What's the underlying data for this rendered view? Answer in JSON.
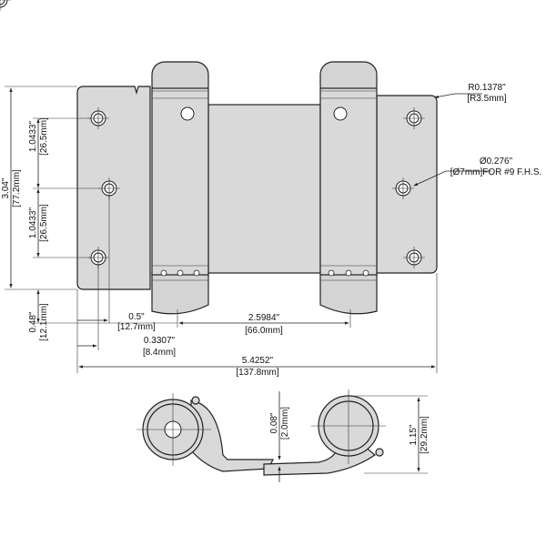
{
  "dimensions": {
    "overall_height": {
      "in": "3.04\"",
      "mm": "[77.2mm]"
    },
    "hole_spacing_upper": {
      "in": "1.0433\"",
      "mm": "[26.5mm]"
    },
    "hole_spacing_lower": {
      "in": "1.0433\"",
      "mm": "[26.5mm]"
    },
    "bottom_offset": {
      "in": "0.48\"",
      "mm": "[12.1mm]"
    },
    "hole_edge_x": {
      "in": "0.5\"",
      "mm": "[12.7mm]"
    },
    "pin_spacing": {
      "in": "2.5984\"",
      "mm": "[66.0mm]"
    },
    "hole_offset_x": {
      "in": "0.3307\"",
      "mm": "[8.4mm]"
    },
    "overall_width": {
      "in": "5.4252\"",
      "mm": "[137.8mm]"
    },
    "corner_radius": {
      "in": "R0.1378\"",
      "mm": "[R3.5mm]"
    },
    "hole_diameter": {
      "in": "Ø0.276\"",
      "mm": "[Ø7mm]FOR #9 F.H.S."
    },
    "plate_thickness": {
      "in": "0.08\"",
      "mm": "[2.0mm]"
    },
    "barrel_depth": {
      "in": "1.15\"",
      "mm": "[29.2mm]"
    }
  }
}
